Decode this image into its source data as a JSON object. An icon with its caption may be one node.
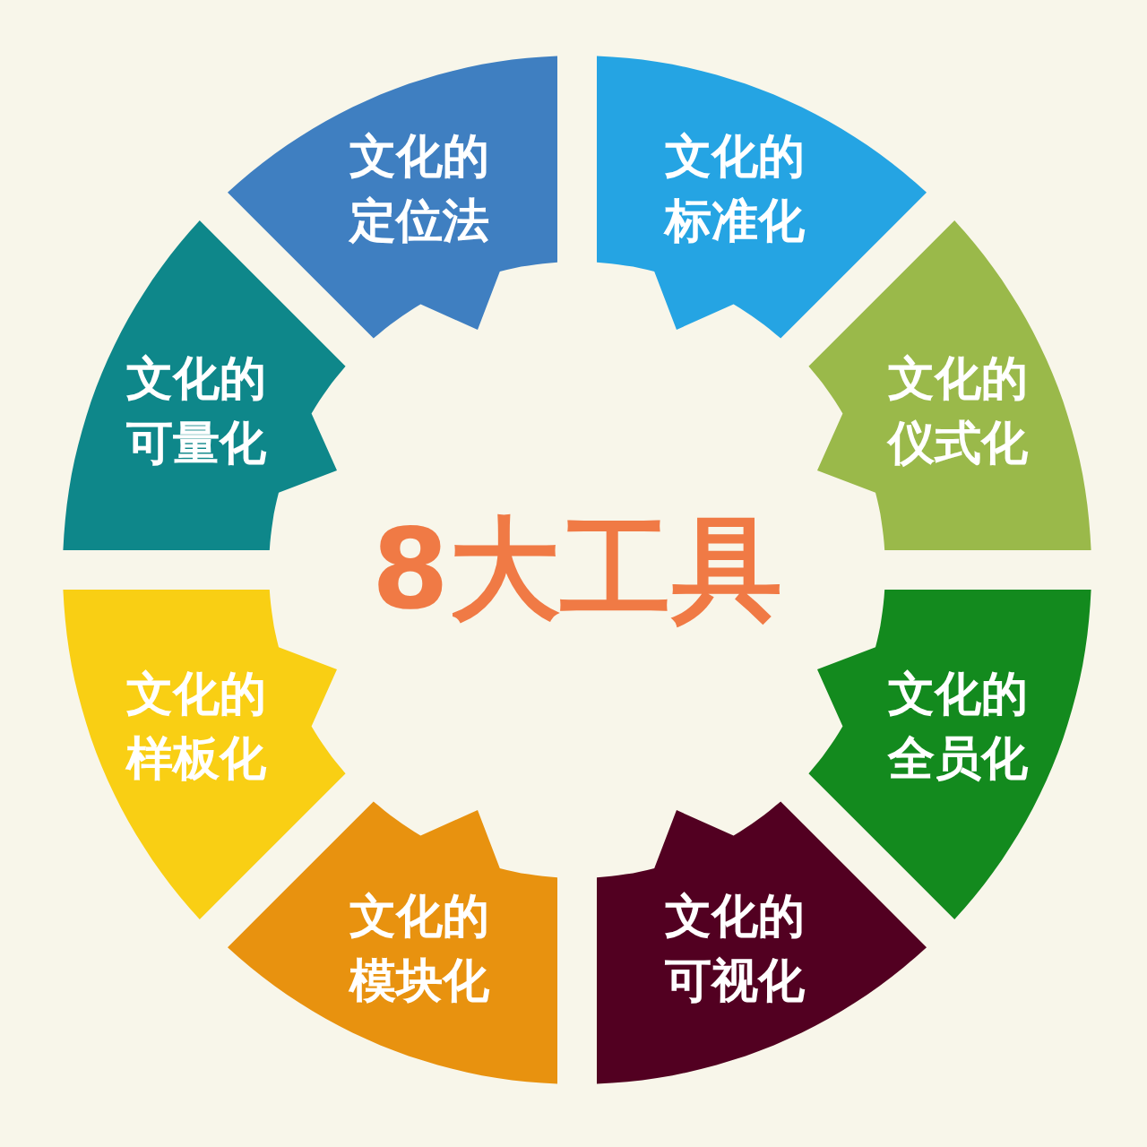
{
  "diagram": {
    "nodes": [
      {
        "text": [
          "8大工具"
        ]
      },
      {
        "text": [
          "文化的定位法"
        ]
      },
      {
        "text": [
          "文化的标准化"
        ]
      },
      {
        "text": [
          "文化的仪式化"
        ]
      },
      {
        "text": [
          "文化的全员化"
        ]
      },
      {
        "text": [
          "文化的可视化"
        ]
      },
      {
        "text": [
          "文化的模块化"
        ]
      },
      {
        "text": [
          "文化的样板化"
        ]
      },
      {
        "text": [
          "文化的可量化"
        ]
      }
    ]
  }
}
